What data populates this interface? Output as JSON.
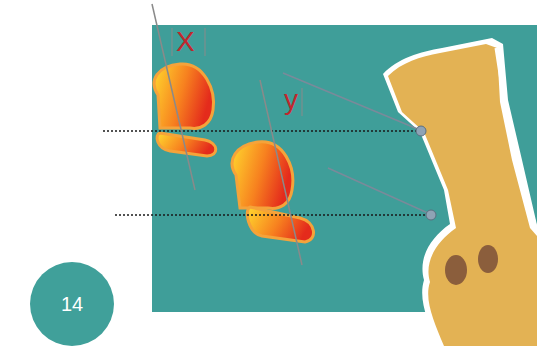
{
  "diagram": {
    "nodes": [
      {
        "text": [
          "14"
        ]
      }
    ],
    "labels": [
      "X",
      "y"
    ]
  }
}
